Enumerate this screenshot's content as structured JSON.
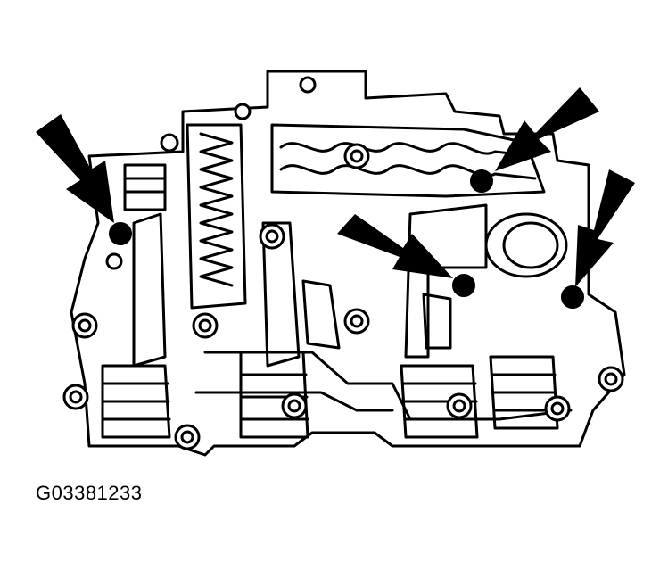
{
  "figure": {
    "id_label": "G03381233",
    "subject": "transmission-valve-body",
    "callout_count": 4,
    "colors": {
      "ink": "#000000",
      "paper": "#ffffff"
    }
  }
}
